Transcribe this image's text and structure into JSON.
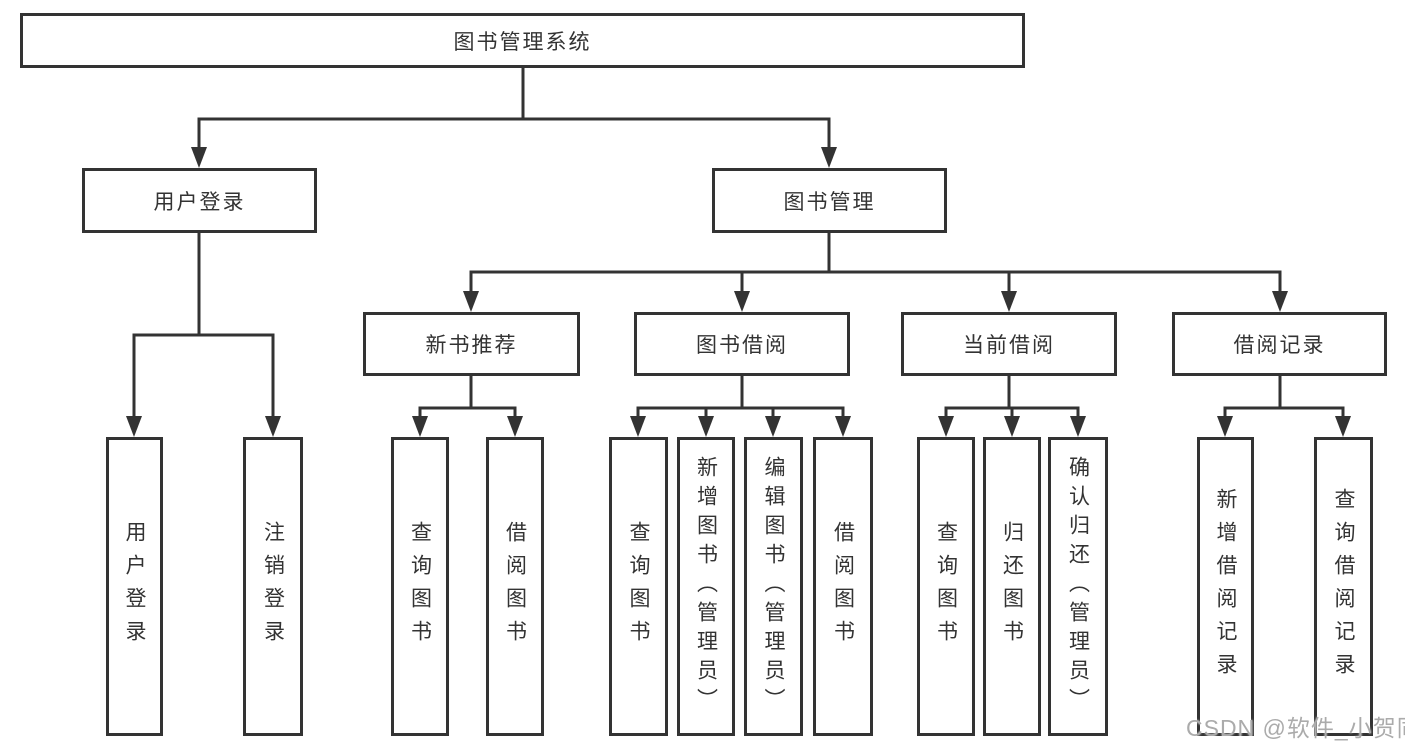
{
  "tree": {
    "label": "图书管理系统",
    "children": [
      {
        "label": "用户登录",
        "children": [
          {
            "label": "用户登录"
          },
          {
            "label": "注销登录"
          }
        ]
      },
      {
        "label": "图书管理",
        "children": [
          {
            "label": "新书推荐",
            "children": [
              {
                "label": "查询图书"
              },
              {
                "label": "借阅图书"
              }
            ]
          },
          {
            "label": "图书借阅",
            "children": [
              {
                "label": "查询图书"
              },
              {
                "label": "新增图书（管理员）"
              },
              {
                "label": "编辑图书（管理员）"
              },
              {
                "label": "借阅图书"
              }
            ]
          },
          {
            "label": "当前借阅",
            "children": [
              {
                "label": "查询图书"
              },
              {
                "label": "归还图书"
              },
              {
                "label": "确认归还（管理员）"
              }
            ]
          },
          {
            "label": "借阅记录",
            "children": [
              {
                "label": "新增借阅记录"
              },
              {
                "label": "查询借阅记录"
              }
            ]
          }
        ]
      }
    ]
  },
  "watermark": "CSDN @软件_小贺同学",
  "colors": {
    "line": "#333333",
    "text": "#333333",
    "background": "#ffffff",
    "watermark": "#ababab"
  }
}
